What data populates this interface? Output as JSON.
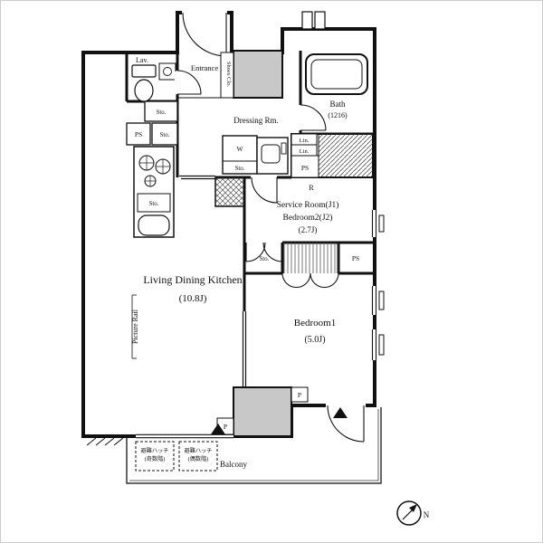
{
  "floorplan": {
    "rooms": {
      "lav": "Lav.",
      "entrance": "Entrance",
      "shoes_closet": "Shoes Clo.",
      "bath": "Bath",
      "bath_size": "(1216)",
      "dressing_room": "Dressing Rm.",
      "service_room": "Service Room(J1)",
      "bedroom2": "Bedroom2(J2)",
      "bedroom2_size": "(2.7J)",
      "ldk": "Living Dining Kitchen",
      "ldk_size": "(10.8J)",
      "bedroom1": "Bedroom1",
      "bedroom1_size": "(5.0J)",
      "balcony": "Balcony",
      "picture_rail": "Picture Rail"
    },
    "small_labels": {
      "ps": "PS",
      "sto": "Sto.",
      "w": "W",
      "lin": "Lin.",
      "r": "R",
      "p": "P"
    },
    "evacuation_hatches": [
      {
        "line1": "避難ハッチ",
        "line2": "(奇数階)"
      },
      {
        "line1": "避難ハッチ",
        "line2": "(偶数階)"
      }
    ],
    "compass": {
      "north": "N"
    },
    "colors": {
      "wall": "#111111",
      "shaft_fill": "#c8c8c8",
      "background": "#ffffff",
      "hatch_line": "#555555"
    }
  }
}
